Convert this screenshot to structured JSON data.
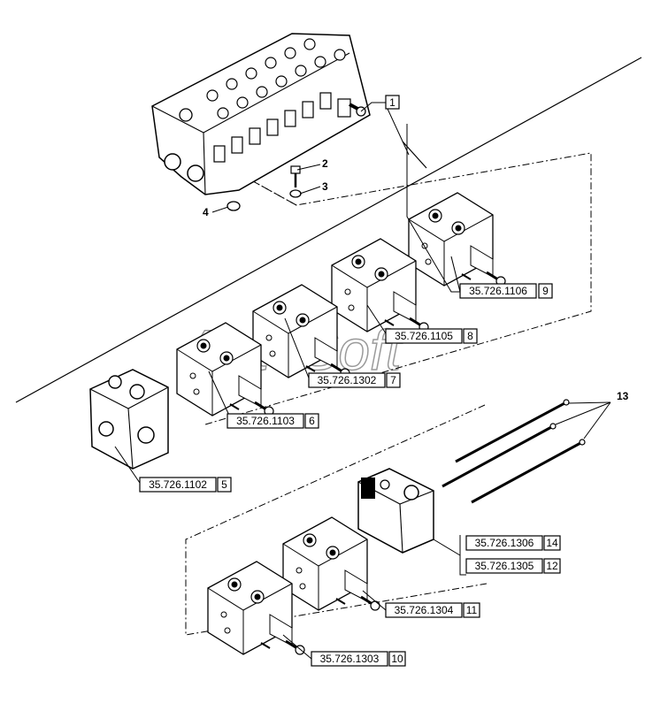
{
  "watermark": "AutoSoft",
  "callouts": {
    "c1": {
      "num": "1"
    },
    "c2": {
      "num": "2"
    },
    "c3": {
      "num": "3"
    },
    "c4": {
      "num": "4"
    },
    "c5": {
      "part": "35.726.1102",
      "num": "5"
    },
    "c6": {
      "part": "35.726.1103",
      "num": "6"
    },
    "c7": {
      "part": "35.726.1302",
      "num": "7"
    },
    "c8": {
      "part": "35.726.1105",
      "num": "8"
    },
    "c9": {
      "part": "35.726.1106",
      "num": "9"
    },
    "c10": {
      "part": "35.726.1303",
      "num": "10"
    },
    "c11": {
      "part": "35.726.1304",
      "num": "11"
    },
    "c12": {
      "part": "35.726.1305",
      "num": "12"
    },
    "c13": {
      "num": "13"
    },
    "c14": {
      "part": "35.726.1306",
      "num": "14"
    }
  }
}
